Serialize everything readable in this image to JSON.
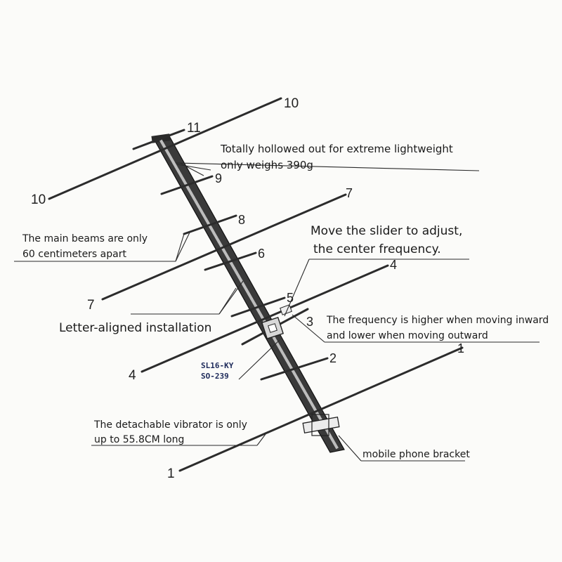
{
  "labels": {
    "n10a": "10",
    "n10b": "10",
    "n11": "11",
    "n9": "9",
    "n8": "8",
    "n7a": "7",
    "n7b": "7",
    "n6": "6",
    "n5": "5",
    "n4a": "4",
    "n4b": "4",
    "n3": "3",
    "n2": "2",
    "n1a": "1",
    "n1b": "1"
  },
  "callouts": {
    "hollow_line1": "Totally hollowed out for extreme lightweight",
    "hollow_line2": "only weighs 390g",
    "beams_line1": "The main beams are only",
    "beams_line2": "60 centimeters apart",
    "slider_line1": "Move the slider to adjust,",
    "slider_line2": "the center frequency.",
    "letter": "Letter-aligned installation",
    "freq_line1": "The frequency is higher when moving inward",
    "freq_line2": "and lower when moving outward",
    "vibrator_line1": "The detachable vibrator is only",
    "vibrator_line2": "up to 55.8CM long",
    "bracket": "mobile phone bracket"
  },
  "model": {
    "name": "SL16-KY",
    "connector": "SO-239"
  }
}
